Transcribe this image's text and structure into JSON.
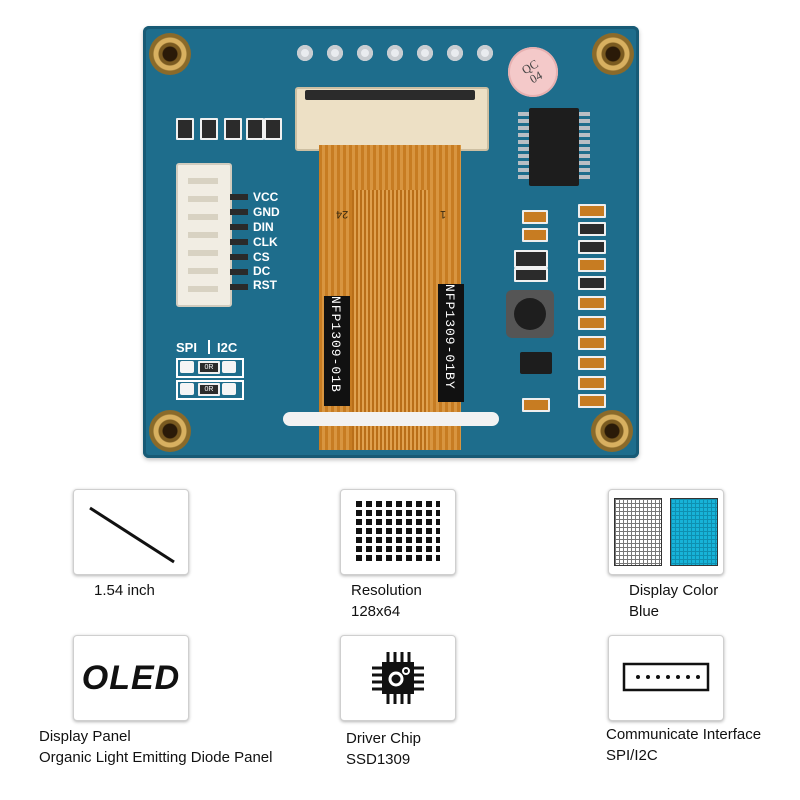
{
  "board": {
    "qc_sticker": {
      "line1": "QC",
      "line2": "04"
    },
    "pins": [
      "VCC",
      "GND",
      "DIN",
      "CLK",
      "CS",
      "DC",
      "RST"
    ],
    "mode_labels": [
      "SPI",
      "I2C"
    ],
    "ribbon": {
      "left_text": "NFP1309-01B",
      "right_text": "NFP1309-01BY",
      "pin_left": "24",
      "pin_right": "1"
    },
    "component_labels": [
      "0R"
    ],
    "colors": {
      "pcb": "#1e6d8c",
      "ribbon": "#c77c22",
      "screen_color_swatch": "#17b3d8"
    }
  },
  "features": [
    {
      "icon": "diagonal-line-icon",
      "lines": [
        "1.54 inch"
      ]
    },
    {
      "icon": "pixel-grid-icon",
      "lines": [
        "Resolution",
        "128x64"
      ]
    },
    {
      "icon": "display-color-icon",
      "lines": [
        "Display Color",
        "Blue"
      ]
    },
    {
      "icon": "oled-logo",
      "logo_text": "OLED",
      "lines": [
        "Display Panel",
        "Organic Light Emitting Diode Panel"
      ]
    },
    {
      "icon": "chip-icon",
      "lines": [
        "Driver Chip",
        "SSD1309"
      ]
    },
    {
      "icon": "connector-icon",
      "lines": [
        "Communicate Interface",
        "SPI/I2C"
      ]
    }
  ]
}
